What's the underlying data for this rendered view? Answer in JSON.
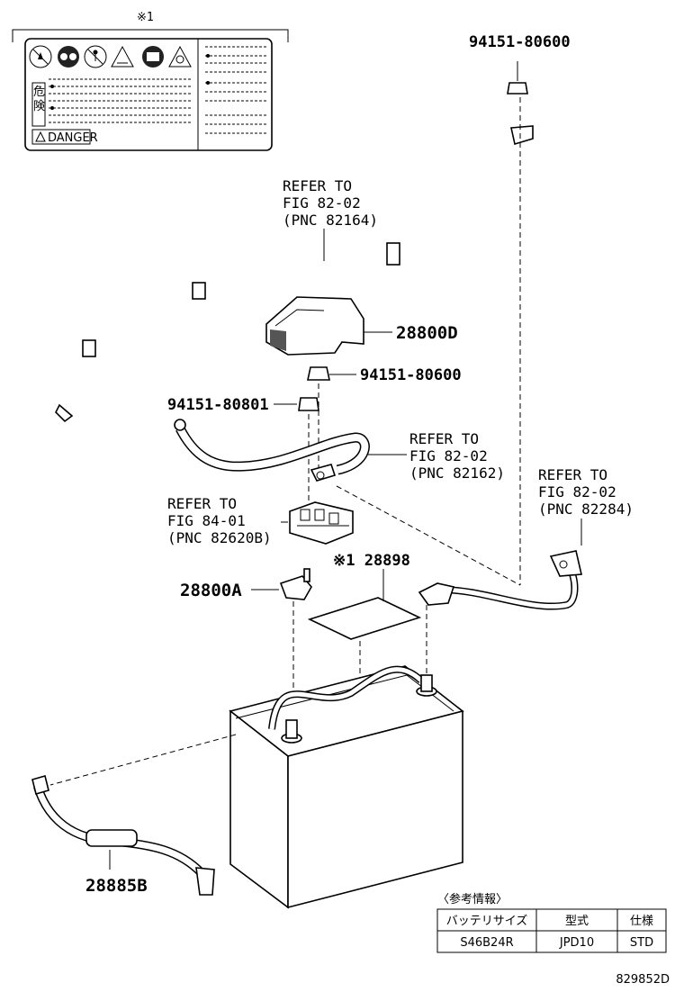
{
  "label_note": {
    "marker": "※1",
    "danger_text": "DANGER",
    "kanji": [
      "危",
      "険"
    ]
  },
  "callouts": {
    "nut_top": "94151-80600",
    "cover_part": "28800D",
    "nut_mid": "94151-80600",
    "bolt": "94151-80801",
    "clamp_part": "28800A",
    "label_part": "※1 28898",
    "hose_part": "28885B",
    "drawing_id": "829852D"
  },
  "refers": {
    "ref1": [
      "REFER TO",
      "FIG 82-02",
      "(PNC 82164)"
    ],
    "ref2": [
      "REFER TO",
      "FIG 82-02",
      "(PNC 82162)"
    ],
    "ref3": [
      "REFER TO",
      "FIG 84-01",
      "(PNC 82620B)"
    ],
    "ref4": [
      "REFER TO",
      "FIG 82-02",
      "(PNC 82284)"
    ]
  },
  "spec_table": {
    "caption": "〈参考情報〉",
    "headers": [
      "バッテリサイズ",
      "型式",
      "仕様"
    ],
    "row": [
      "S46B24R",
      "JPD10",
      "STD"
    ]
  }
}
